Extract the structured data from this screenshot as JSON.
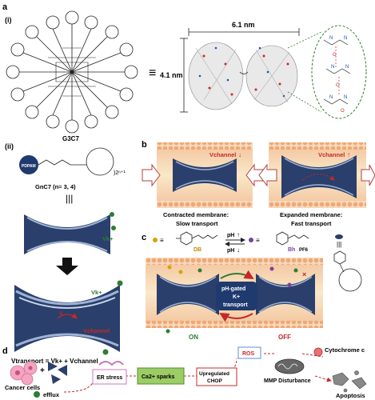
{
  "panels": {
    "a": {
      "letter": "a",
      "sub_i": "(i)",
      "sub_ii": "(ii)",
      "molecule_label": "G3C7",
      "equiv_symbol": "≡",
      "width_label": "6.1 nm",
      "height_label": "4.1 nm",
      "tag_label": "PDPAM",
      "formula_subscript": ")2ⁿ⁺¹",
      "series_label": "GnC7  (n= 3, 4)",
      "v_k": "Vk+",
      "v_channel": "Vchannel",
      "v_symbol": "V",
      "transport_eq": "Vtransport = Vk+ + Vchannel"
    },
    "b": {
      "letter": "b",
      "v_channel_left": "Vchannel",
      "v_channel_right": "Vchannel",
      "left_caption_1": "Contracted membrane:",
      "left_caption_2": "Slow transport",
      "right_caption_1": "Expanded membrane:",
      "right_caption_2": "Fast transport"
    },
    "c": {
      "letter": "c",
      "db_label": "DB",
      "bh_label": "Bh",
      "pf6_label": "PF6",
      "ph_up": "pH",
      "ph_down": "pH",
      "gate_line1": "pH-gated",
      "gate_line2": "K+",
      "gate_line3": "transport",
      "on_label": "ON",
      "off_label": "OFF",
      "equiv": "≡"
    },
    "d": {
      "letter": "d",
      "cancer_label": "Cancer cells",
      "efflux_label": "efflux",
      "er_label": "ER stress",
      "ca_label": "Ca2+ sparks",
      "chop_line1": "Upregulated",
      "chop_line2": "CHOP",
      "ros_label": "ROS",
      "cyto_label": "Cytochrome c",
      "mmp_label": "MMP Disturbance",
      "apoptosis_label": "Apoptosis"
    }
  },
  "colors": {
    "membrane": "#f6c9a3",
    "lipid_head": "#f0a874",
    "channel_blue": "#2a3f6b",
    "ion_green": "#2e7d32",
    "accent_red": "#c62828",
    "ca_green": "#9ccc65",
    "cell_pink": "#f4a6c0",
    "er_purple": "#c779b8",
    "ros_blue": "#5b8fd6",
    "mito_gray": "#555555",
    "dashed_green": "#2e7d32"
  }
}
